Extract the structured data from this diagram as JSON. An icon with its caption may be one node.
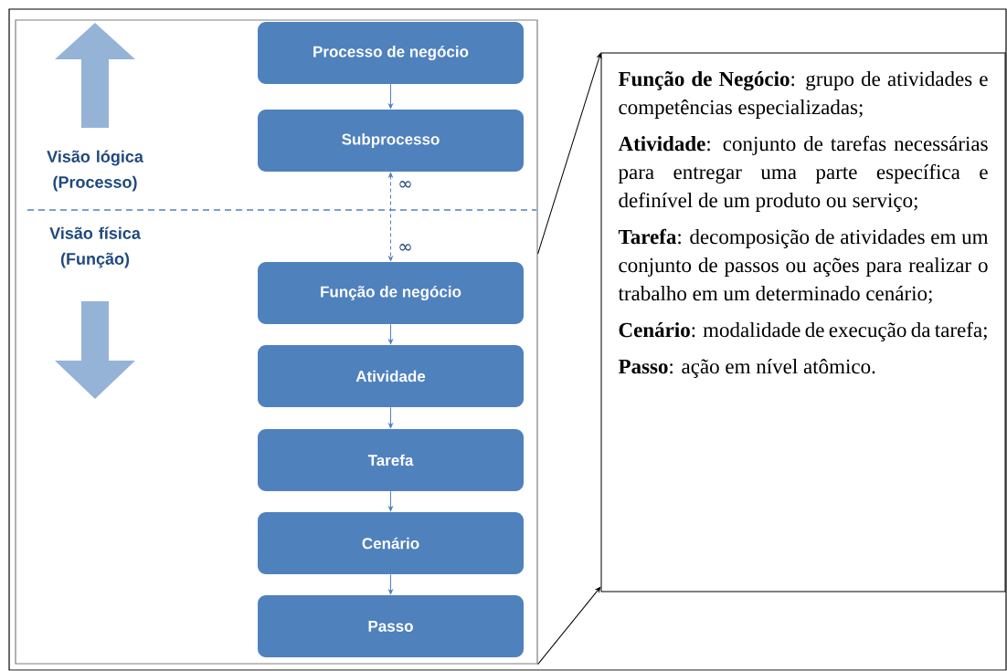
{
  "diagram": {
    "nodes": [
      {
        "text": [],
        "shape": "box"
      },
      {
        "text": [
          "Processo de negócio"
        ],
        "in": 0
      },
      {
        "text": [
          "Subprocesso"
        ],
        "in": 0
      },
      {
        "text": [
          "Função de negócio"
        ],
        "in": 0
      },
      {
        "text": [
          "Atividade"
        ],
        "in": 0
      },
      {
        "text": [
          "Tarefa"
        ],
        "in": 0
      },
      {
        "text": [
          "Cenário"
        ],
        "in": 0
      },
      {
        "text": [
          "Passo"
        ],
        "in": 0
      },
      {
        "text": [
          "**Função de Negócio**: grupo de atividades e competências especializadas;",
          "**Atividade**: conjunto de tarefas necessárias para entregar uma parte específica e definível de um produto ou serviço;",
          "**Tarefa**: decomposição de atividades em um conjunto de passos ou ações para realizar o trabalho em um determinado cenário;",
          "**Cenário**: modalidade de execução da tarefa;",
          "**Passo**: ação em nível atômico."
        ]
      }
    ],
    "edges": [
      {
        "from": 1,
        "to": 2,
        "arrow": "to"
      },
      {
        "from": 2,
        "to": 3,
        "arrow": "both",
        "style": "dashed"
      },
      {
        "from": 3,
        "to": 4,
        "arrow": "to"
      },
      {
        "from": 4,
        "to": 5,
        "arrow": "to"
      },
      {
        "from": 5,
        "to": 6,
        "arrow": "to"
      },
      {
        "from": 6,
        "to": 7,
        "arrow": "to"
      },
      {
        "from": 0,
        "to": 8,
        "arrow": "to",
        "color": "#000000"
      },
      {
        "from": 0,
        "to": 8,
        "arrow": "to",
        "color": "#000000"
      }
    ],
    "labels": [
      "Visão lógica (Processo)",
      "Visão física (Função)",
      "∞",
      "∞"
    ]
  }
}
